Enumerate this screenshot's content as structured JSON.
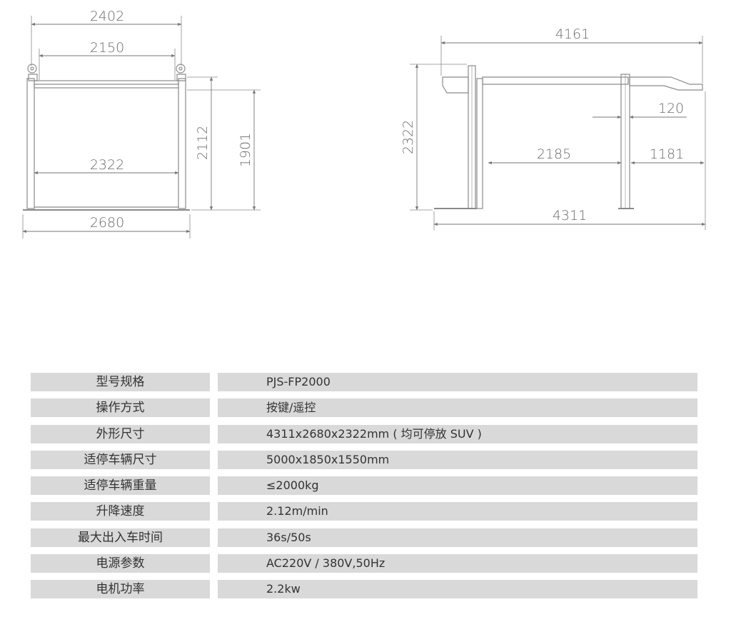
{
  "front_view": {
    "dim_top_width": "2402",
    "dim_inner_width": "2150",
    "dim_platform_width": "2322",
    "dim_base_width": "2680",
    "dim_height_total": "2112",
    "dim_height_clear": "1901"
  },
  "side_view": {
    "dim_top_length": "4161",
    "dim_height": "2322",
    "dim_offset_small": "120",
    "dim_mid_length": "2185",
    "dim_tail_length": "1181",
    "dim_total_length": "4311"
  },
  "specs": [
    {
      "label": "型号规格",
      "value": "PJS-FP2000"
    },
    {
      "label": "操作方式",
      "value": "按键/遥控"
    },
    {
      "label": "外形尺寸",
      "value": "4311x2680x2322mm ( 均可停放 SUV )"
    },
    {
      "label": "适停车辆尺寸",
      "value": "5000x1850x1550mm"
    },
    {
      "label": "适停车辆重量",
      "value": "≤2000kg"
    },
    {
      "label": "升降速度",
      "value": "2.12m/min"
    },
    {
      "label": "最大出入车时间",
      "value": "36s/50s"
    },
    {
      "label": "电源参数",
      "value": "AC220V / 380V,50Hz"
    },
    {
      "label": "电机功率",
      "value": "2.2kw"
    }
  ]
}
